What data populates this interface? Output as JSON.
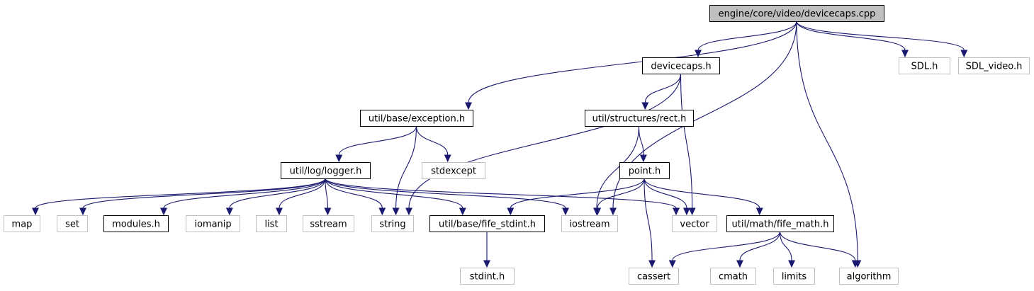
{
  "colors": {
    "edge": "#191970",
    "root_fill": "#bfbfbf",
    "root_stroke": "#000000",
    "local_stroke": "#000000",
    "system_stroke": "#bfbfbf",
    "system_text": "#666666"
  },
  "nodes": [
    {
      "id": "root",
      "label": "engine/core/video/devicecaps.cpp",
      "kind": "root"
    },
    {
      "id": "devicecaps_h",
      "label": "devicecaps.h",
      "kind": "local"
    },
    {
      "id": "sdl_h",
      "label": "SDL.h",
      "kind": "system"
    },
    {
      "id": "sdl_video_h",
      "label": "SDL_video.h",
      "kind": "system"
    },
    {
      "id": "exception_h",
      "label": "util/base/exception.h",
      "kind": "local"
    },
    {
      "id": "rect_h",
      "label": "util/structures/rect.h",
      "kind": "local"
    },
    {
      "id": "stdexcept",
      "label": "stdexcept",
      "kind": "system"
    },
    {
      "id": "logger_h",
      "label": "util/log/logger.h",
      "kind": "local"
    },
    {
      "id": "point_h",
      "label": "point.h",
      "kind": "local"
    },
    {
      "id": "map",
      "label": "map",
      "kind": "system"
    },
    {
      "id": "set",
      "label": "set",
      "kind": "system"
    },
    {
      "id": "modules_h",
      "label": "modules.h",
      "kind": "local"
    },
    {
      "id": "iomanip",
      "label": "iomanip",
      "kind": "system"
    },
    {
      "id": "list",
      "label": "list",
      "kind": "system"
    },
    {
      "id": "sstream",
      "label": "sstream",
      "kind": "system"
    },
    {
      "id": "string",
      "label": "string",
      "kind": "system"
    },
    {
      "id": "fife_stdint_h",
      "label": "util/base/fife_stdint.h",
      "kind": "local"
    },
    {
      "id": "iostream",
      "label": "iostream",
      "kind": "system"
    },
    {
      "id": "vector",
      "label": "vector",
      "kind": "system"
    },
    {
      "id": "fife_math_h",
      "label": "util/math/fife_math.h",
      "kind": "local"
    },
    {
      "id": "stdint_h",
      "label": "stdint.h",
      "kind": "system"
    },
    {
      "id": "cassert",
      "label": "cassert",
      "kind": "system"
    },
    {
      "id": "cmath",
      "label": "cmath",
      "kind": "system"
    },
    {
      "id": "limits",
      "label": "limits",
      "kind": "system"
    },
    {
      "id": "algorithm",
      "label": "algorithm",
      "kind": "system"
    }
  ],
  "edges": [
    [
      "root",
      "devicecaps_h"
    ],
    [
      "root",
      "sdl_h"
    ],
    [
      "root",
      "sdl_video_h"
    ],
    [
      "root",
      "exception_h"
    ],
    [
      "root",
      "iostream"
    ],
    [
      "root",
      "algorithm"
    ],
    [
      "devicecaps_h",
      "rect_h"
    ],
    [
      "devicecaps_h",
      "string"
    ],
    [
      "devicecaps_h",
      "vector"
    ],
    [
      "exception_h",
      "logger_h"
    ],
    [
      "exception_h",
      "stdexcept"
    ],
    [
      "exception_h",
      "string"
    ],
    [
      "rect_h",
      "point_h"
    ],
    [
      "rect_h",
      "iostream"
    ],
    [
      "logger_h",
      "map"
    ],
    [
      "logger_h",
      "set"
    ],
    [
      "logger_h",
      "modules_h"
    ],
    [
      "logger_h",
      "iomanip"
    ],
    [
      "logger_h",
      "list"
    ],
    [
      "logger_h",
      "sstream"
    ],
    [
      "logger_h",
      "string"
    ],
    [
      "logger_h",
      "fife_stdint_h"
    ],
    [
      "logger_h",
      "iostream"
    ],
    [
      "logger_h",
      "vector"
    ],
    [
      "point_h",
      "fife_stdint_h"
    ],
    [
      "point_h",
      "iostream"
    ],
    [
      "point_h",
      "vector"
    ],
    [
      "point_h",
      "cassert"
    ],
    [
      "point_h",
      "fife_math_h"
    ],
    [
      "fife_stdint_h",
      "stdint_h"
    ],
    [
      "fife_math_h",
      "cassert"
    ],
    [
      "fife_math_h",
      "cmath"
    ],
    [
      "fife_math_h",
      "limits"
    ],
    [
      "fife_math_h",
      "algorithm"
    ]
  ]
}
